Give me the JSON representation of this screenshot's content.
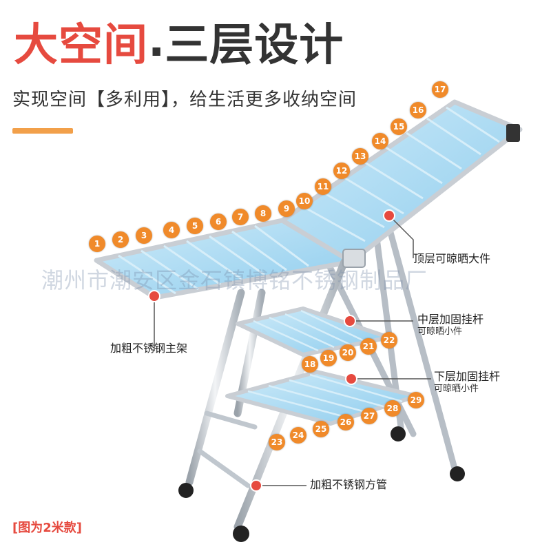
{
  "headline": {
    "red": "大空间",
    "dot": ".",
    "dark": "三层设计"
  },
  "subtitle": "实现空间【多利用】，给生活更多收纳空间",
  "watermark": "潮州市潮安区金石镇博铭不锈钢制品厂",
  "callouts": {
    "top": {
      "main": "顶层可晾晒大件"
    },
    "middle": {
      "main": "中层加固挂杆",
      "sub": "可晾晒小件"
    },
    "lower": {
      "main": "下层加固挂杆",
      "sub": "可晾晒小件"
    },
    "main_frame": {
      "main": "加粗不锈钢主架"
    },
    "tube": {
      "main": "加粗不锈钢方管"
    }
  },
  "note": "[图为2米款]",
  "rod_numbers": [
    "1",
    "2",
    "3",
    "4",
    "5",
    "6",
    "7",
    "8",
    "9",
    "10",
    "11",
    "12",
    "13",
    "14",
    "15",
    "16",
    "17",
    "18",
    "19",
    "20",
    "21",
    "22",
    "23",
    "24",
    "25",
    "26",
    "27",
    "28",
    "29"
  ],
  "colors": {
    "accent_red": "#e64a3f",
    "accent_orange": "#f08a2a",
    "panel_blue": "#a9d8f2",
    "frame_steel": "#c9ced4"
  }
}
